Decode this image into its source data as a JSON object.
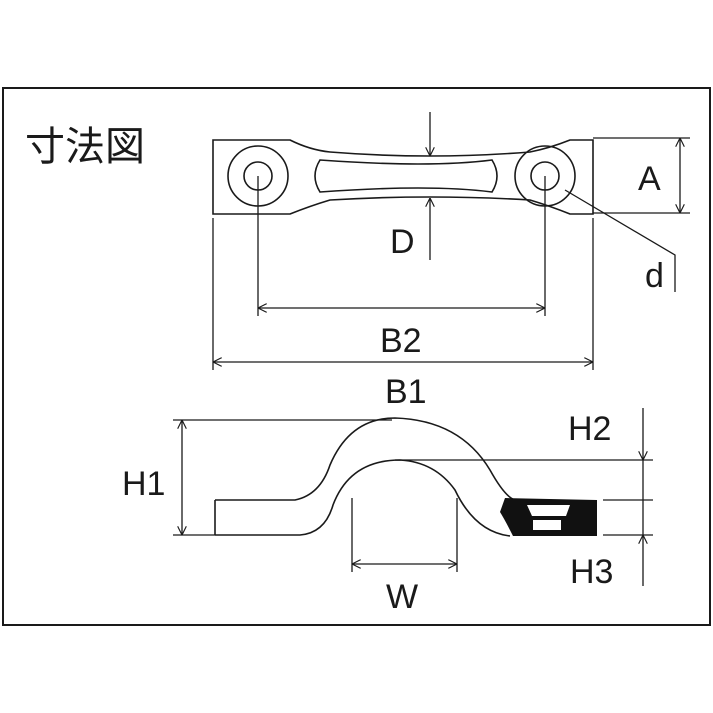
{
  "title": "寸法図",
  "labels": {
    "A": "A",
    "D": "D",
    "d": "d",
    "B2": "B2",
    "B1": "B1",
    "H1": "H1",
    "H2": "H2",
    "H3": "H3",
    "W": "W"
  }
}
